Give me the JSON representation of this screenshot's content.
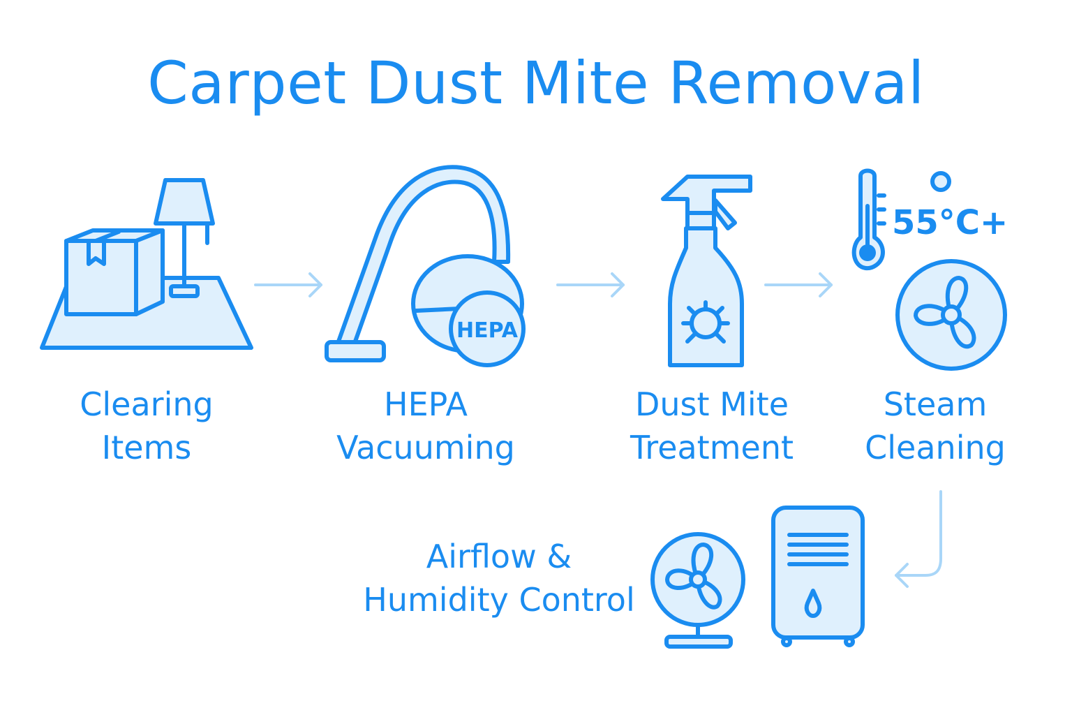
{
  "title": "Carpet Dust Mite Removal",
  "steps": [
    {
      "label": "Clearing\nItems",
      "icon": "box-lamp-rug-icon"
    },
    {
      "label": "HEPA\nVacuuming",
      "icon": "vacuum-cleaner-icon",
      "badge": "HEPA"
    },
    {
      "label": "Dust Mite\nTreatment",
      "icon": "spray-bottle-icon"
    },
    {
      "label": "Steam\nCleaning",
      "icon": "thermometer-fan-icon",
      "temperature": "55°C+"
    },
    {
      "label": "Airflow &\nHumidity Control",
      "icon": "fan-dehumidifier-icon"
    }
  ],
  "colors": {
    "primary": "#1a8cf0",
    "icon_fill": "#dff0fd",
    "arrow": "#a9d6f8"
  }
}
